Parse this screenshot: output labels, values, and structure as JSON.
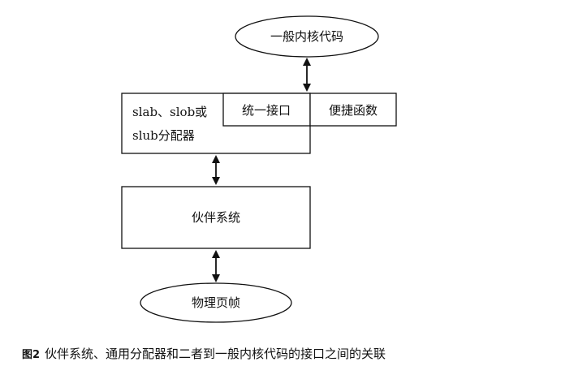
{
  "nodes": {
    "kernel_code": "一般内核代码",
    "allocator_line1": "slab、slob或",
    "allocator_line2": "slub分配器",
    "unified_interface": "统一接口",
    "convenience_funcs": "便捷函数",
    "buddy_system": "伙伴系统",
    "physical_page": "物理页帧"
  },
  "caption": {
    "figure_no": "图2",
    "text": "伙伴系统、通用分配器和二者到一般内核代码的接口之间的关联"
  }
}
